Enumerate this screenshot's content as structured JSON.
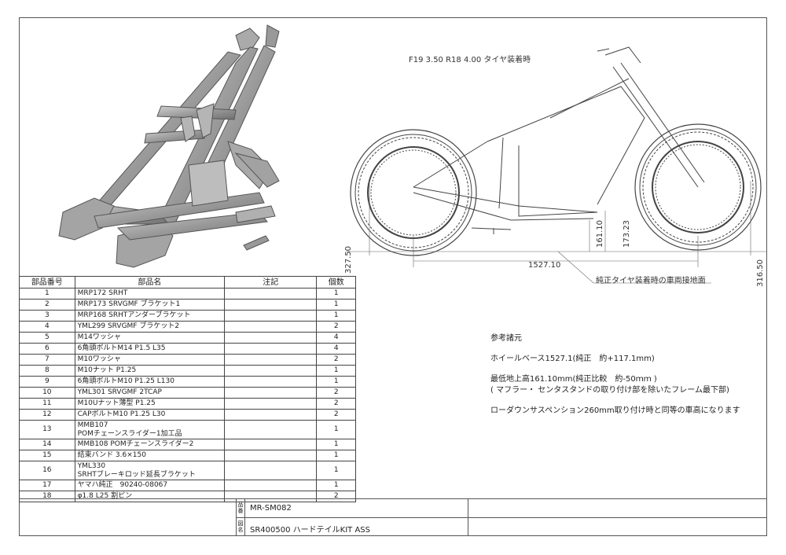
{
  "drawing_caption": "F19 3.50 R18 4.00 タイヤ装着時",
  "dimensions": {
    "h327": "327.50",
    "h316": "316.50",
    "h161": "161.10",
    "h173": "173.23",
    "wheelbase": "1527.10"
  },
  "ground_note": "純正タイヤ装着時の車両接地面",
  "parts_table": {
    "headers": [
      "部品番号",
      "部品名",
      "注記",
      "個数"
    ],
    "rows": [
      {
        "no": "1",
        "name": "MRP172 SRHT",
        "name2": "",
        "note": "",
        "qty": "1"
      },
      {
        "no": "2",
        "name": "MRP173 SRVGMF ブラケット1",
        "name2": "",
        "note": "",
        "qty": "1"
      },
      {
        "no": "3",
        "name": "MRP168 SRHTアンダーブラケット",
        "name2": "",
        "note": "",
        "qty": "1"
      },
      {
        "no": "4",
        "name": "YML299 SRVGMF ブラケット2",
        "name2": "",
        "note": "",
        "qty": "2"
      },
      {
        "no": "5",
        "name": "M14ワッシャ",
        "name2": "",
        "note": "",
        "qty": "4"
      },
      {
        "no": "6",
        "name": "6角頭ボルトM14 P1.5 L35",
        "name2": "",
        "note": "",
        "qty": "4"
      },
      {
        "no": "7",
        "name": "M10ワッシャ",
        "name2": "",
        "note": "",
        "qty": "2"
      },
      {
        "no": "8",
        "name": "M10ナット P1.25",
        "name2": "",
        "note": "",
        "qty": "1"
      },
      {
        "no": "9",
        "name": "6角頭ボルトM10 P1.25 L130",
        "name2": "",
        "note": "",
        "qty": "1"
      },
      {
        "no": "10",
        "name": "YML301 SRVGMF 2TCAP",
        "name2": "",
        "note": "",
        "qty": "2"
      },
      {
        "no": "11",
        "name": "M10Uナット薄型 P1.25",
        "name2": "",
        "note": "",
        "qty": "2"
      },
      {
        "no": "12",
        "name": "CAPボルトM10 P1.25 L30",
        "name2": "",
        "note": "",
        "qty": "2"
      },
      {
        "no": "13",
        "name": "MMB107",
        "name2": "POMチェーンスライダー1加工品",
        "note": "",
        "qty": "1"
      },
      {
        "no": "14",
        "name": "MMB108 POMチェーンスライダー2",
        "name2": "",
        "note": "",
        "qty": "1"
      },
      {
        "no": "15",
        "name": "結束バンド 3.6×150",
        "name2": "",
        "note": "",
        "qty": "1"
      },
      {
        "no": "16",
        "name": "YML330",
        "name2": "SRHTブレーキロッド延長ブラケット",
        "note": "",
        "qty": "1"
      },
      {
        "no": "17",
        "name": "ヤマハ純正　90240-08067",
        "name2": "",
        "note": "",
        "qty": "1"
      },
      {
        "no": "18",
        "name": "φ1.8 L25 割ピン",
        "name2": "",
        "note": "",
        "qty": "2"
      }
    ]
  },
  "notes": {
    "heading": "参考諸元",
    "line1": "ホイールベース1527.1(純正　約+117.1mm)",
    "line2": "最低地上高161.10mm(純正比較　約-50ｍｍ )",
    "line3": "( マフラー・ センタスタンドの取り付け部を除いたフレーム最下部)",
    "line4": "ローダウンサスペンション260mm取り付け時と同等の車高になります"
  },
  "title_block": {
    "part_no_label": "品番",
    "part_no": "MR-SM082",
    "drawing_label": "図名",
    "drawing_name": "SR400500 ハードテイルKIT ASS"
  }
}
